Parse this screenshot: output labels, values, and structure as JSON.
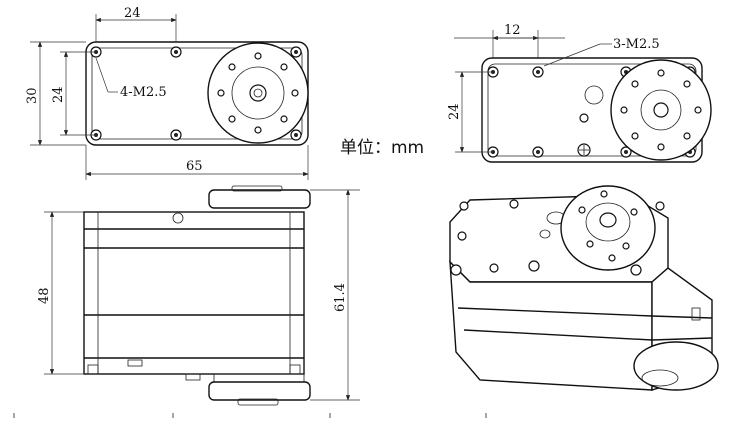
{
  "dimensions": {
    "top_left": {
      "width_top": "24",
      "height_outer": "30",
      "height_inner": "24",
      "thread_label": "4-M2.5",
      "length": "65"
    },
    "top_right": {
      "spacing": "12",
      "thread_label": "3-M2.5",
      "height": "24"
    },
    "side": {
      "height": "48",
      "total_height": "61.4"
    }
  },
  "unit_label": "单位：mm"
}
